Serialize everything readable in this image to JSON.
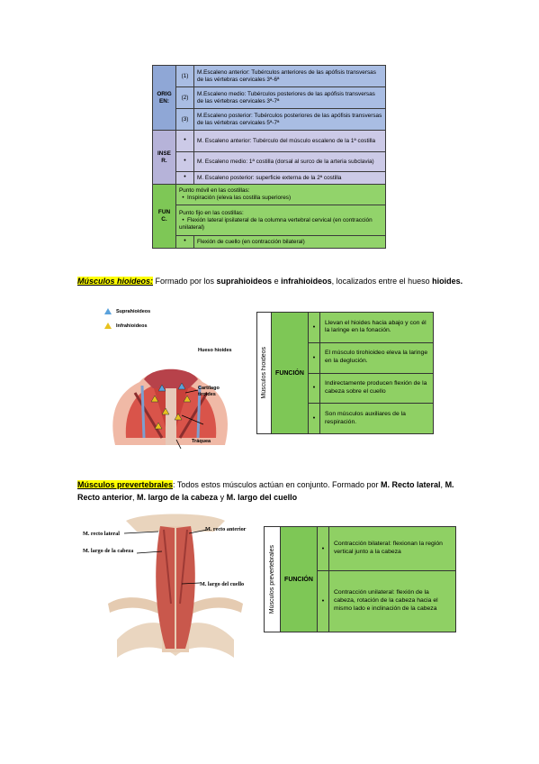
{
  "table1": {
    "origen": {
      "label": "ORIG EN:",
      "rows": [
        {
          "num": "(1)",
          "text": "M.Escaleno anterior: Tubérculos anteriores de las apófisis transversas de las vértebras cervicales 3ª-6ª"
        },
        {
          "num": "(2)",
          "text": "M.Escaleno medio: Tubérculos posteriores de las apófisis transversas de las vértebras cervicales 3ª-7ª"
        },
        {
          "num": "(3)",
          "text": "M.Escaleno posterior: Tubérculos posteriores de las apófisis transversas de las vértebras cervicales 5ª-7ª"
        }
      ]
    },
    "insercion": {
      "label": "INSE R.",
      "rows": [
        {
          "bullet": "•",
          "text": "M. Escaleno anterior: Tubérculo del músculo escaleno de la 1ª costilla"
        },
        {
          "bullet": "•",
          "text": "M. Escaleno medio: 1ª costilla (dorsal al surco de la arteria subclavia)"
        },
        {
          "bullet": "•",
          "text": "M. Escaleno posterior: superficie externa de la 2ª costilla"
        }
      ]
    },
    "funcion": {
      "label": "FUN C.",
      "block1_title": "Punto móvil en las costillas:",
      "block1_item": "Inspiración (eleva las costilla superiores)",
      "block2_title": "Punto fijo en las costillas:",
      "block2_item": "Flexión lateral ipsilateral de la columna vertebral cervical (en contracción unilateral)",
      "block3_bullet": "•",
      "block3_item": "Flexión de cuello (en contracción bilateral)"
    }
  },
  "hioideos": {
    "heading": "Músculos hioideos:",
    "text1": " Formado por los ",
    "bold1": "suprahioideos",
    "text2": " e ",
    "bold2": "infrahioideos",
    "text3": ", localizados entre el hueso ",
    "bold3": "hioides."
  },
  "figure1": {
    "legend_supra": "Suprahioideos",
    "legend_infra": "Infrahioideos",
    "label_hueso": "Hueso hioides",
    "label_cartilago": "Cartílago tiroides",
    "label_traquea": "Tráquea"
  },
  "table2": {
    "vertical": "Músculos hioideos",
    "header": "FUNCIÓN",
    "rows": [
      {
        "bullet": "•",
        "text": "Llevan el hioides hacia abajo y con él la laringe en la fonación."
      },
      {
        "bullet": "•",
        "text": "El músculo tirohioideo eleva la laringe en la deglución."
      },
      {
        "bullet": "•",
        "text": "Indirectamente producen flexión de la cabeza sobre el cuello"
      },
      {
        "bullet": "•",
        "text": "Son músculos auxiliares de la respiración."
      }
    ]
  },
  "prevertebrales": {
    "heading": "Músculos prevertebrales",
    "text1": ": Todos estos músculos actúan en conjunto. Formado por ",
    "bold1": "M. Recto lateral",
    "text2": ", ",
    "bold2": "M.  Recto anterior",
    "text3": ", ",
    "bold3": "M. largo de la cabeza",
    "text4": " y ",
    "bold4": "M. largo del cuello"
  },
  "figure2": {
    "label_recto_lateral": "M. recto lateral",
    "label_recto_anterior": "M. recto anterior",
    "label_largo_cabeza": "M. largo de la cabeza",
    "label_largo_cuello": "M. largo del cuello"
  },
  "table3": {
    "vertical": "Músculos prevertebrales",
    "header": "FUNCIÓN",
    "rows": [
      {
        "bullet": "•",
        "text": "Contracción bilateral: flexionan la región vertical junto a la cabeza"
      },
      {
        "bullet": "•",
        "text": "Contracción unilateral: flexión de la cabeza, rotación de la cabeza hacia el mismo lado e inclinación de la cabeza"
      }
    ]
  },
  "colors": {
    "origen_bg": "#a9bde3",
    "insercion_bg": "#cccae7",
    "funcion_bg": "#92d36b",
    "heading_highlight": "#ffff00"
  }
}
